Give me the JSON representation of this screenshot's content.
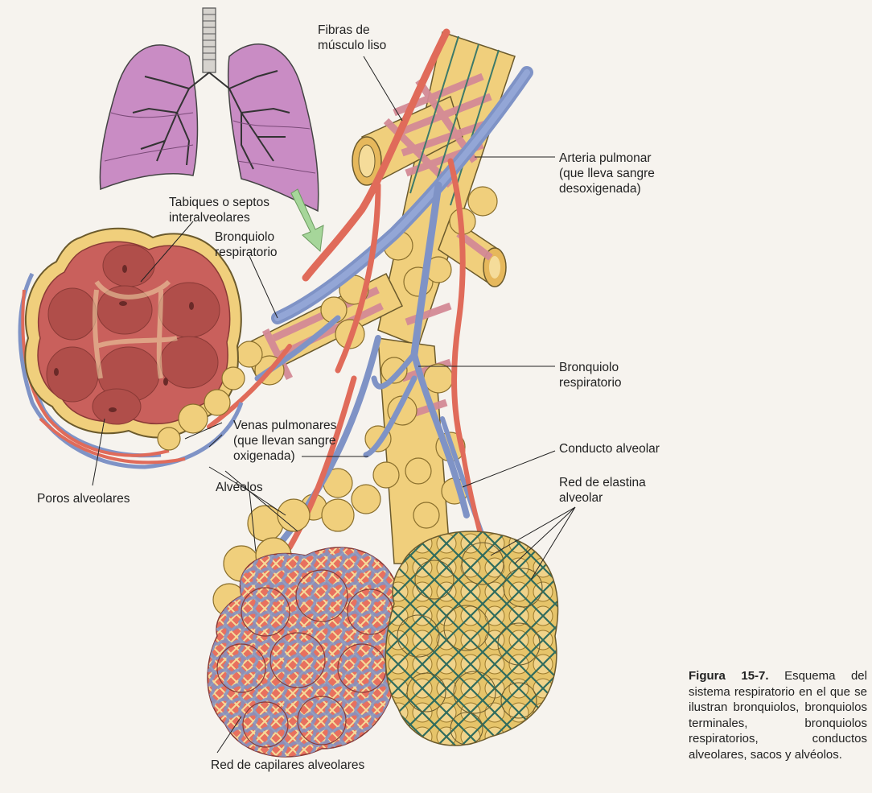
{
  "labels": {
    "fibras": [
      "Fibras de",
      "músculo liso"
    ],
    "arteria": [
      "Arteria pulmonar",
      "(que lleva sangre",
      "desoxigenada)"
    ],
    "tabiques": [
      "Tabiques o septos",
      "interalveolares"
    ],
    "bronq_resp_top": [
      "Bronquiolo",
      "respiratorio"
    ],
    "bronq_resp_right": [
      "Bronquiolo",
      "respiratorio"
    ],
    "venas": [
      "Venas pulmonares",
      "(que llevan sangre",
      "oxigenada)"
    ],
    "conducto": [
      "Conducto alveolar"
    ],
    "red_elastina": [
      "Red de elastina",
      "alveolar"
    ],
    "poros": [
      "Poros alveolares"
    ],
    "alveolos": [
      "Alvéolos"
    ],
    "red_capilares": [
      "Red de capilares alveolares"
    ]
  },
  "caption": {
    "figure": "Figura 15-7.",
    "text": "Esquema del sistema respiratorio en el que se ilustran bronquiolos, bronquiolos terminales, bronquiolos respiratorios, conductos alveolares, sacos y alvéolos."
  },
  "colors": {
    "lung": "#c98cc4",
    "alveolus": "#f0cf7c",
    "artery": "#7f93c6",
    "vein": "#e06b5a",
    "muscle": "#d48a96",
    "elastin": "#3d7a6a",
    "septum": "#c9605c",
    "arrow": "#a6d69a"
  }
}
